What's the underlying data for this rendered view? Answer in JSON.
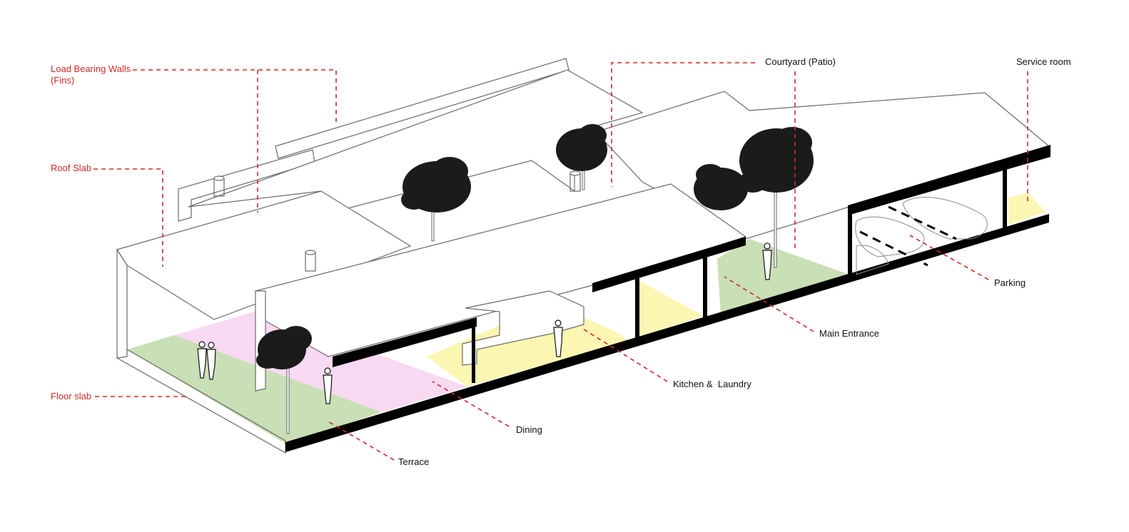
{
  "colors": {
    "annotation_red": "#d22a2a",
    "label_dark": "#111111",
    "outline": "#6a6a6a",
    "slab_black": "#000000",
    "green_zone": "#c9dfb5",
    "pink_zone": "#f7d9f2",
    "yellow_zone": "#fbf6b2"
  },
  "structural_labels": {
    "load_bearing_line1": "Load Bearing Walls",
    "load_bearing_line2": "(Fins)",
    "roof_slab": "Roof Slab",
    "floor_slab": "Floor slab"
  },
  "space_labels": {
    "courtyard": "Courtyard (Patio)",
    "service_room": "Service room",
    "parking": "Parking",
    "main_entrance": "Main Entrance",
    "kitchen_laundry": "Kitchen &  Laundry",
    "dining": "Dining",
    "terrace": "Terrace"
  }
}
